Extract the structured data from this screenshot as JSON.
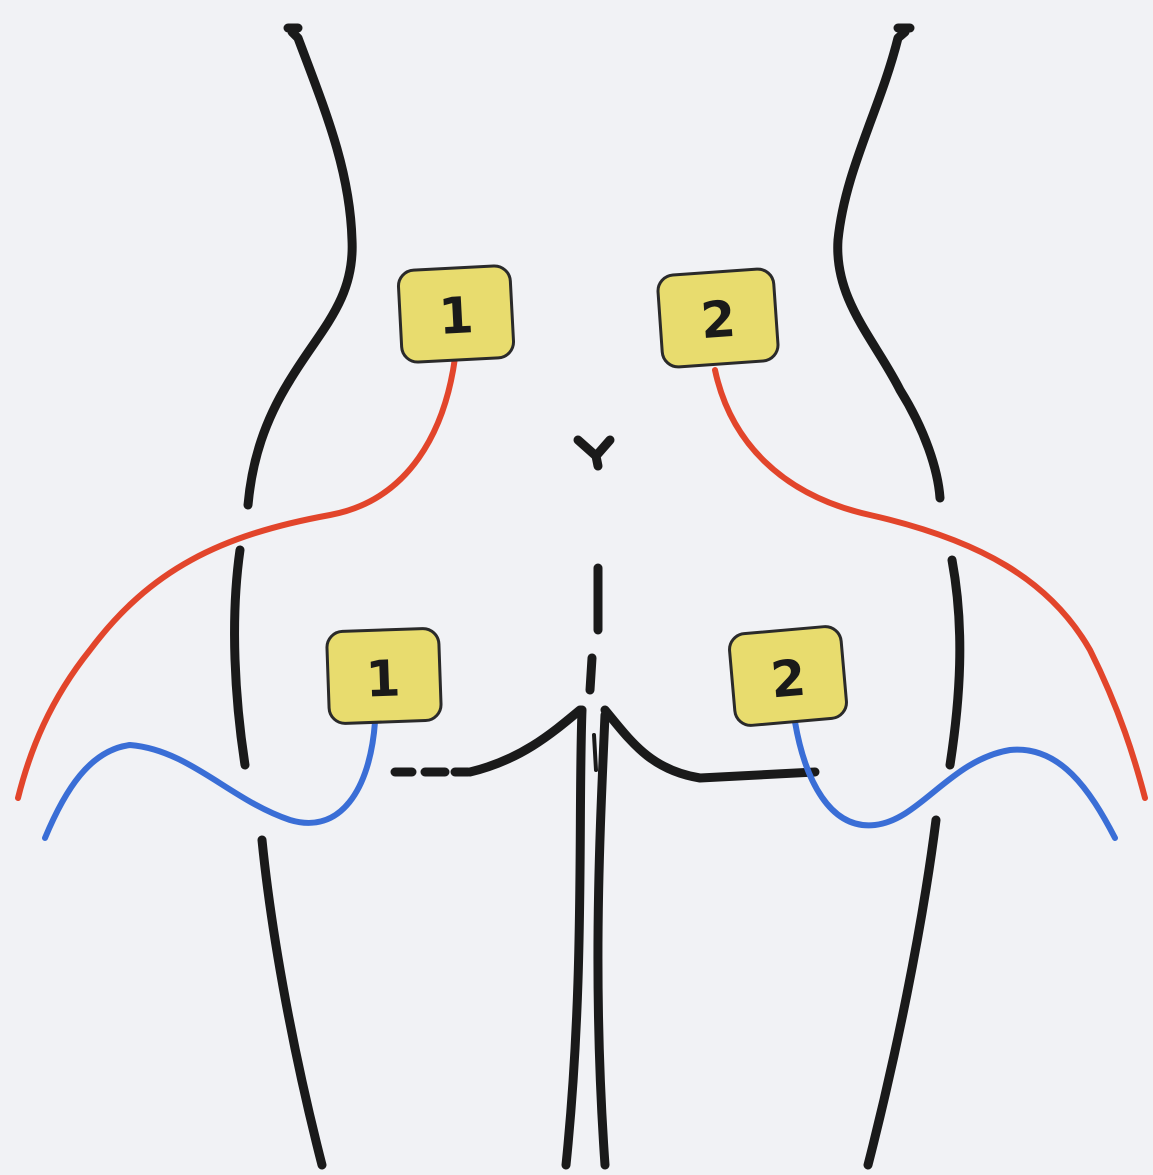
{
  "colors": {
    "background": "#f1f2f5",
    "outline": "#1a1a1a",
    "upper_wire": "#e2452b",
    "lower_wire": "#3a6ed6",
    "electrode_fill": "#e8dc6e",
    "electrode_border": "#2a2a2a"
  },
  "electrodes": {
    "upper_left": {
      "label": "1"
    },
    "upper_right": {
      "label": "2"
    },
    "lower_left": {
      "label": "1"
    },
    "lower_right": {
      "label": "2"
    }
  }
}
